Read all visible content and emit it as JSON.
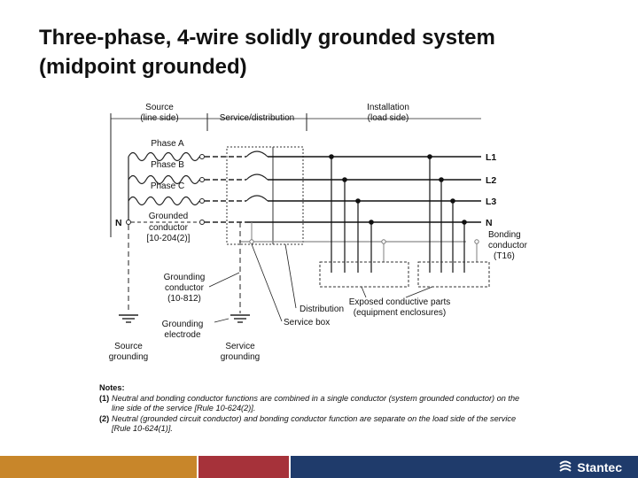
{
  "title": {
    "line1": "Three-phase, 4-wire solidly grounded system",
    "line2": "(midpoint grounded)"
  },
  "diagram": {
    "source_line1": "Source",
    "source_line2": "(line side)",
    "service_dist": "Service/distribution",
    "install_line1": "Installation",
    "install_line2": "(load side)",
    "phase_a": "Phase A",
    "phase_b": "Phase B",
    "phase_c": "Phase C",
    "neutral_left": "N",
    "grounded_line1": "Grounded",
    "grounded_line2": "conductor",
    "grounded_line3": "[10-204(2)]",
    "l1": "L1",
    "l2": "L2",
    "l3": "L3",
    "n_right": "N",
    "bonding_line1": "Bonding",
    "bonding_line2": "conductor",
    "bonding_line3": "(T16)",
    "gc_line1": "Grounding",
    "gc_line2": "conductor",
    "gc_line3": "(10-812)",
    "ge_line1": "Grounding",
    "ge_line2": "electrode",
    "distribution": "Distribution",
    "service_box": "Service box",
    "exposed_line1": "Exposed conductive parts",
    "exposed_line2": "(equipment enclosures)",
    "source_grounding_line1": "Source",
    "source_grounding_line2": "grounding",
    "service_grounding_line1": "Service",
    "service_grounding_line2": "grounding"
  },
  "notes": {
    "header": "Notes:",
    "n1_num": "(1)",
    "n1_text": "Neutral and bonding conductor functions are combined in a single conductor (system grounded conductor) on the line side of the service [Rule 10-624(2)].",
    "n2_num": "(2)",
    "n2_text": "Neutral (grounded circuit conductor) and bonding conductor function are separate on the load side of the service [Rule 10-624(1)]."
  },
  "footer": {
    "colors": [
      "#c8862a",
      "#a6323a",
      "#1f3b6b"
    ],
    "logo": "Stantec"
  }
}
